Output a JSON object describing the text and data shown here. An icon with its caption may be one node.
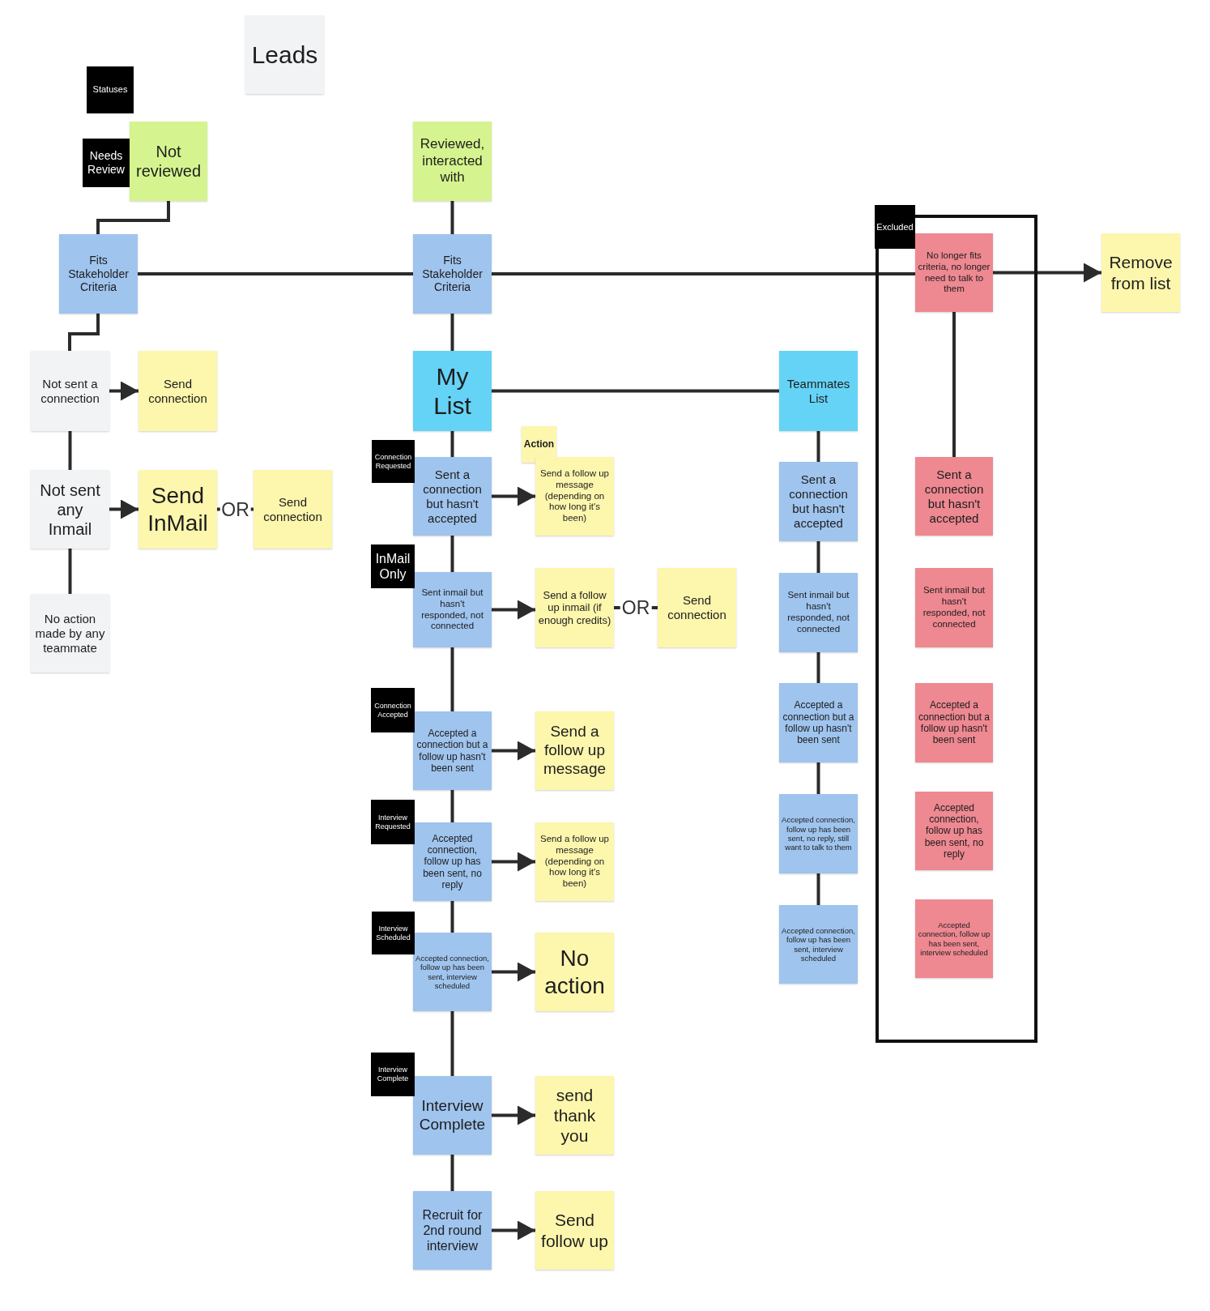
{
  "diagram": {
    "nodes": [
      {
        "text": [
          "Statuses"
        ]
      },
      {
        "text": [
          "Needs Review"
        ]
      },
      {
        "text": [
          "Not reviewed"
        ]
      },
      {
        "text": [
          "Reviewed, interacted with"
        ]
      },
      {
        "text": [
          "Excluded"
        ]
      },
      {
        "text": [
          "Fits Stakeholder Criteria"
        ]
      },
      {
        "text": [
          "Fits Stakeholder Criteria"
        ]
      },
      {
        "text": [
          "No longer fits criteria, no longer need to talk to them"
        ],
        "in": 4
      },
      {
        "text": [
          "Remove from list"
        ]
      },
      {
        "text": [
          "Not sent a connection"
        ]
      },
      {
        "text": [
          "Send connection"
        ]
      },
      {
        "text": [
          "My List"
        ]
      },
      {
        "text": [
          "Teammates List"
        ]
      },
      {
        "text": [
          "Action"
        ]
      },
      {
        "text": [
          "Connection Requested"
        ]
      },
      {
        "text": [
          "Sent a connection but hasn't accepted"
        ]
      },
      {
        "text": [
          "Send a follow up message (depending on how long it's been)"
        ]
      },
      {
        "text": [
          "Sent a connection but hasn't accepted"
        ]
      },
      {
        "text": [
          "Sent a connection but hasn't accepted"
        ],
        "in": 4
      },
      {
        "text": [
          "Not sent any Inmail"
        ]
      },
      {
        "text": [
          "Send InMail"
        ]
      },
      {
        "text": [
          "Send connection"
        ]
      },
      {
        "text": [
          "InMail Only"
        ]
      },
      {
        "text": [
          "Sent inmail but hasn't responded, not connected"
        ]
      },
      {
        "text": [
          "Send a follow up inmail (if enough credits)"
        ]
      },
      {
        "text": [
          "Send connection"
        ]
      },
      {
        "text": [
          "Sent inmail but hasn't responded, not connected"
        ]
      },
      {
        "text": [
          "Sent inmail but hasn't responded, not connected"
        ],
        "in": 4
      },
      {
        "text": [
          "No action made by any teammate"
        ]
      },
      {
        "text": [
          "Connection Accepted"
        ]
      },
      {
        "text": [
          "Accepted a connection but a follow up hasn't been sent"
        ]
      },
      {
        "text": [
          "Send a follow up message"
        ]
      },
      {
        "text": [
          "Accepted a connection but a follow up hasn't been sent"
        ]
      },
      {
        "text": [
          "Accepted a connection but a follow up hasn't been sent"
        ],
        "in": 4
      },
      {
        "text": [
          "Interview Requested"
        ]
      },
      {
        "text": [
          "Accepted connection, follow up has been sent, no reply"
        ]
      },
      {
        "text": [
          "Send a follow up message (depending on how long it's been)"
        ]
      },
      {
        "text": [
          "Accepted connection, follow up has been sent, no reply, still want to talk to them"
        ]
      },
      {
        "text": [
          "Accepted connection, follow up has been sent, no reply"
        ],
        "in": 4
      },
      {
        "text": [
          "Interview Scheduled"
        ]
      },
      {
        "text": [
          "Accepted connection, follow up has been sent, interview scheduled"
        ]
      },
      {
        "text": [
          "No action"
        ]
      },
      {
        "text": [
          "Accepted connection, follow up has been sent, interview scheduled"
        ]
      },
      {
        "text": [
          "Accepted connection, follow up has been sent, interview scheduled"
        ],
        "in": 4
      },
      {
        "text": [
          "Interview Complete"
        ]
      },
      {
        "text": [
          "Interview Complete"
        ]
      },
      {
        "text": [
          "send thank you"
        ]
      },
      {
        "text": [
          "Recruit for 2nd round interview"
        ]
      },
      {
        "text": [
          "Send follow up"
        ]
      },
      {
        "text": [
          "Leads"
        ]
      }
    ],
    "edges": [
      {
        "from": 2,
        "to": 5,
        "arrow": "none"
      },
      {
        "from": 3,
        "to": 6,
        "arrow": "none"
      },
      {
        "from": 5,
        "to": 6,
        "arrow": "none"
      },
      {
        "from": 6,
        "to": 7,
        "arrow": "none"
      },
      {
        "from": 7,
        "to": 8,
        "arrow": "to"
      },
      {
        "from": 5,
        "to": 9,
        "arrow": "none"
      },
      {
        "from": 9,
        "to": 10,
        "arrow": "to"
      },
      {
        "from": 9,
        "to": 19,
        "arrow": "none"
      },
      {
        "from": 19,
        "to": 20,
        "arrow": "to"
      },
      {
        "from": 20,
        "to": 21,
        "arrow": "none",
        "label": "OR"
      },
      {
        "from": 19,
        "to": 28,
        "arrow": "none"
      },
      {
        "from": 6,
        "to": 11,
        "arrow": "none"
      },
      {
        "from": 11,
        "to": 12,
        "arrow": "none"
      },
      {
        "from": 11,
        "to": 15,
        "arrow": "none"
      },
      {
        "from": 15,
        "to": 16,
        "arrow": "to"
      },
      {
        "from": 15,
        "to": 23,
        "arrow": "none"
      },
      {
        "from": 23,
        "to": 24,
        "arrow": "to"
      },
      {
        "from": 24,
        "to": 25,
        "arrow": "none",
        "label": "OR"
      },
      {
        "from": 23,
        "to": 30,
        "arrow": "none"
      },
      {
        "from": 30,
        "to": 31,
        "arrow": "to"
      },
      {
        "from": 30,
        "to": 35,
        "arrow": "none"
      },
      {
        "from": 35,
        "to": 36,
        "arrow": "to"
      },
      {
        "from": 35,
        "to": 40,
        "arrow": "none"
      },
      {
        "from": 40,
        "to": 41,
        "arrow": "to"
      },
      {
        "from": 40,
        "to": 45,
        "arrow": "none"
      },
      {
        "from": 45,
        "to": 46,
        "arrow": "to"
      },
      {
        "from": 45,
        "to": 47,
        "arrow": "none"
      },
      {
        "from": 47,
        "to": 48,
        "arrow": "to"
      },
      {
        "from": 12,
        "to": 17,
        "arrow": "none"
      },
      {
        "from": 17,
        "to": 26,
        "arrow": "none"
      },
      {
        "from": 26,
        "to": 32,
        "arrow": "none"
      },
      {
        "from": 32,
        "to": 37,
        "arrow": "none"
      },
      {
        "from": 37,
        "to": 42,
        "arrow": "none"
      },
      {
        "from": 7,
        "to": 18,
        "arrow": "none"
      }
    ]
  }
}
